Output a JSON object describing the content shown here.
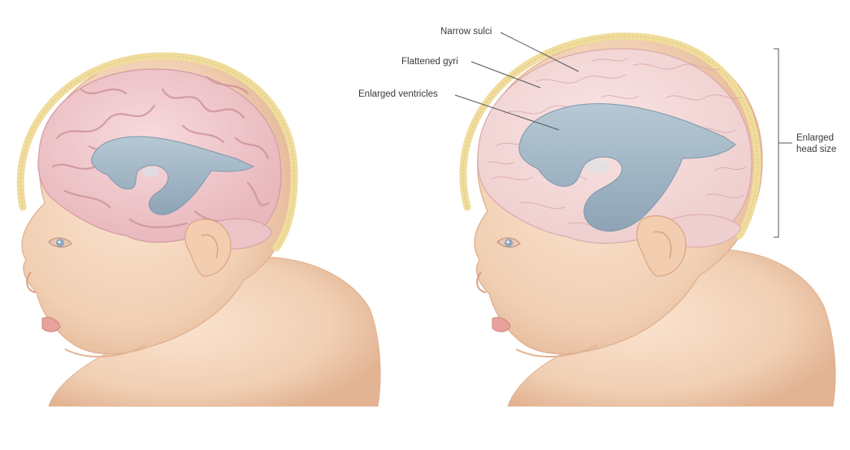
{
  "labels": {
    "narrow_sulci": "Narrow sulci",
    "flattened_gyri": "Flattened gyri",
    "enlarged_ventricles": "Enlarged ventricles",
    "enlarged_head_size": "Enlarged head size"
  },
  "colors": {
    "skin": "#f3d3b8",
    "skin_shadow": "#e6b898",
    "skull": "#f2e2a8",
    "brain": "#f2c8cc",
    "ventricle": "#9fb4c4",
    "leader_line": "#555555"
  },
  "icons": {
    "left_figure": "normal-infant-head-brain-illustration",
    "right_figure": "hydrocephalus-infant-head-brain-illustration"
  }
}
